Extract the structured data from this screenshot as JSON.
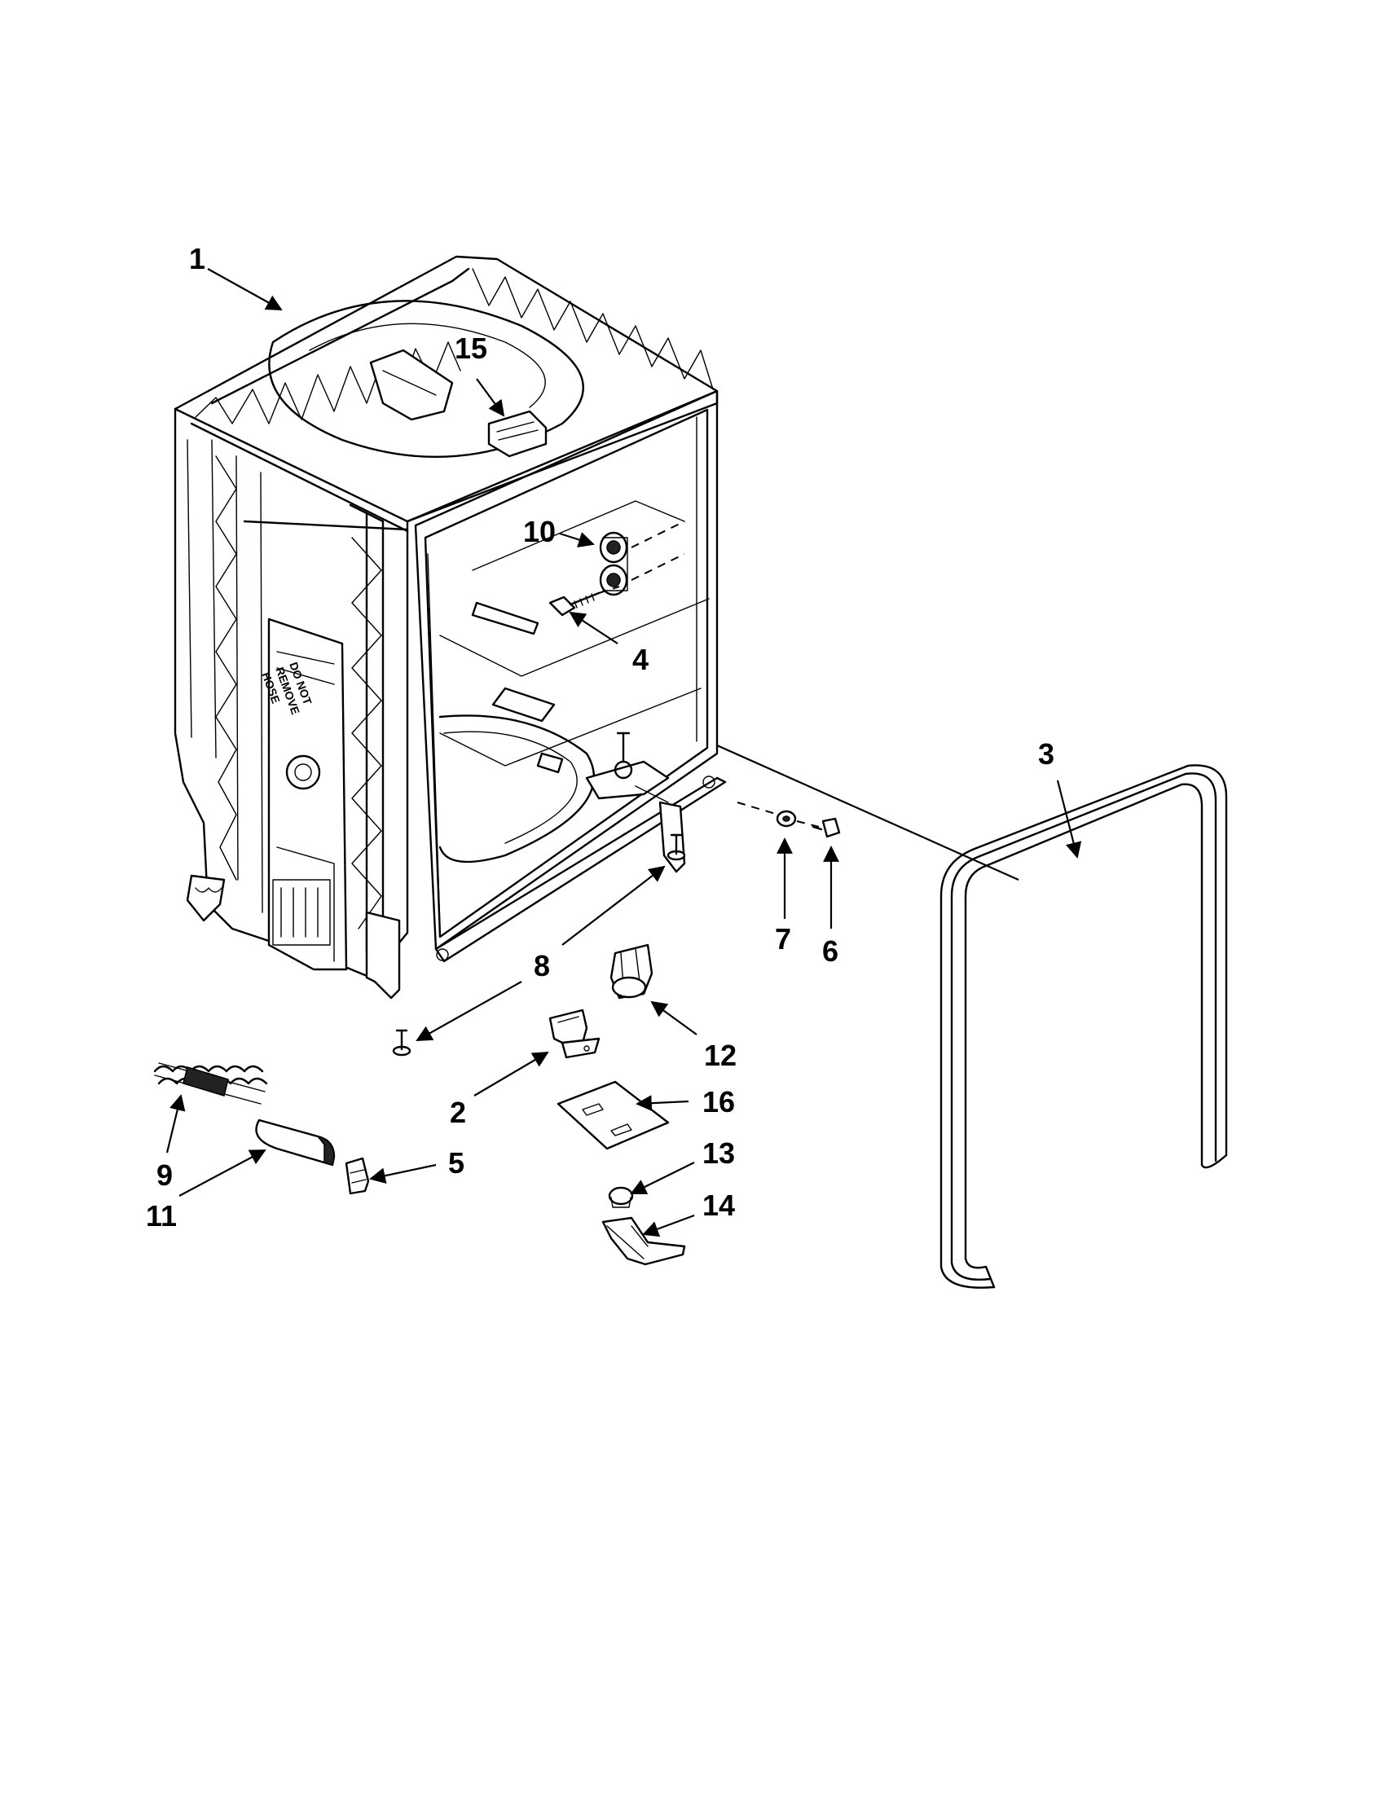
{
  "callouts": {
    "c1": "1",
    "c2": "2",
    "c3": "3",
    "c4": "4",
    "c5": "5",
    "c6": "6",
    "c7": "7",
    "c8": "8",
    "c9": "9",
    "c10": "10",
    "c11": "11",
    "c12": "12",
    "c13": "13",
    "c14": "14",
    "c15": "15",
    "c16": "16"
  },
  "tub_label": {
    "line1": "DO NOT",
    "line2": "REMOVE",
    "line3": "HOSE"
  },
  "colors": {
    "ink": "#000000",
    "background": "#ffffff"
  }
}
